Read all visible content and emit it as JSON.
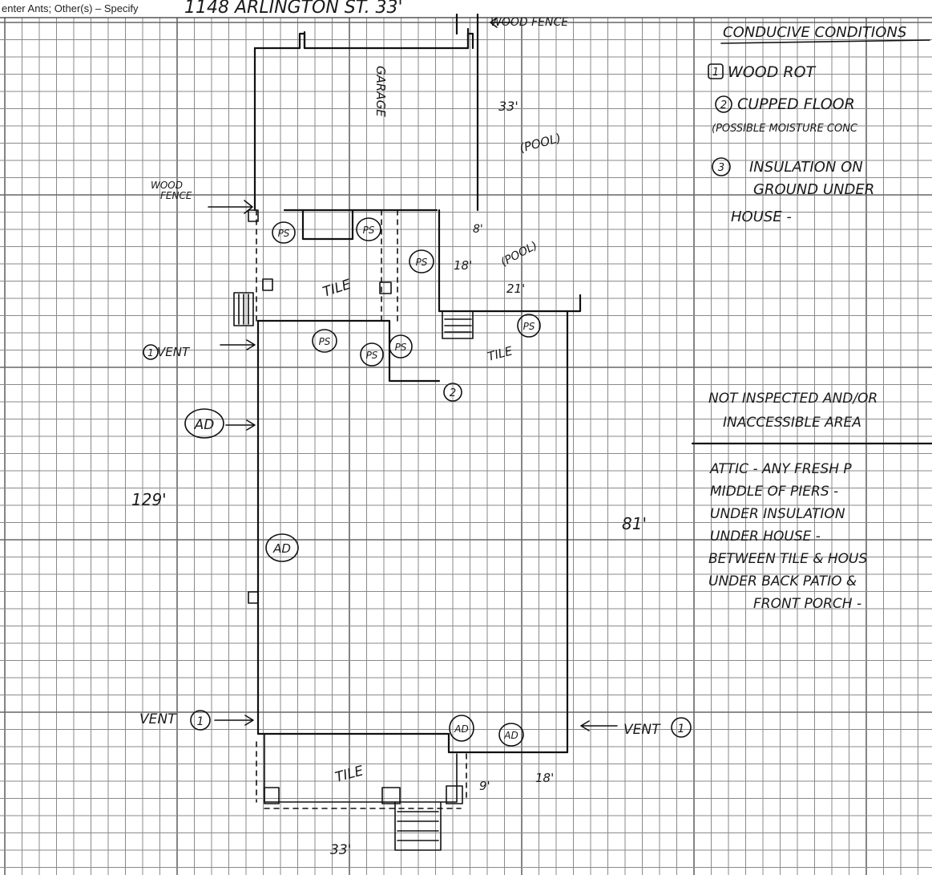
{
  "form_header": {
    "printed": "enter Ants; Other(s) – Specify",
    "handwritten": "1148 ARLINGTON ST.  33'"
  },
  "site_labels": {
    "wood_fence_top": "WOOD FENCE",
    "garage": "GARAGE",
    "pool_1": "(POOL)",
    "pool_2": "(POOL)",
    "wood_fence_side_1": "WOOD",
    "wood_fence_side_2": "FENCE",
    "tile_patio": "TILE",
    "tile_mid": "TILE",
    "tile_front": "TILE",
    "vent_upper_left": "VENT",
    "vent_lower_left": "VENT",
    "vent_lower_right": "VENT"
  },
  "markers": {
    "ps": "PS",
    "ad": "AD",
    "one": "1",
    "two": "2"
  },
  "dimensions": {
    "garage_33": "33'",
    "pool_8": "8'",
    "pool_18": "18'",
    "pool_21": "21'",
    "left_129": "129'",
    "right_81": "81'",
    "porch_18": "18'",
    "porch_9": "9'",
    "bottom_33": "33'"
  },
  "legend": {
    "heading": "CONDUCIVE CONDITIONS",
    "items": [
      {
        "num": "1",
        "line1": "WOOD ROT",
        "line2": ""
      },
      {
        "num": "2",
        "line1": "CUPPED FLOOR",
        "line2": "(POSSIBLE MOISTURE CONC"
      },
      {
        "num": "3",
        "line1": "INSULATION ON",
        "line2": "GROUND UNDER"
      }
    ],
    "tail": "HOUSE -"
  },
  "not_inspected": {
    "heading_1": "NOT INSPECTED AND/OR",
    "heading_2": "INACCESSIBLE AREA",
    "lines": [
      "ATTIC - ANY FRESH P",
      "MIDDLE OF PIERS -",
      "UNDER INSULATION",
      "UNDER HOUSE -",
      "BETWEEN TILE & HOUS",
      "UNDER BACK PATIO &",
      "FRONT PORCH -"
    ]
  }
}
